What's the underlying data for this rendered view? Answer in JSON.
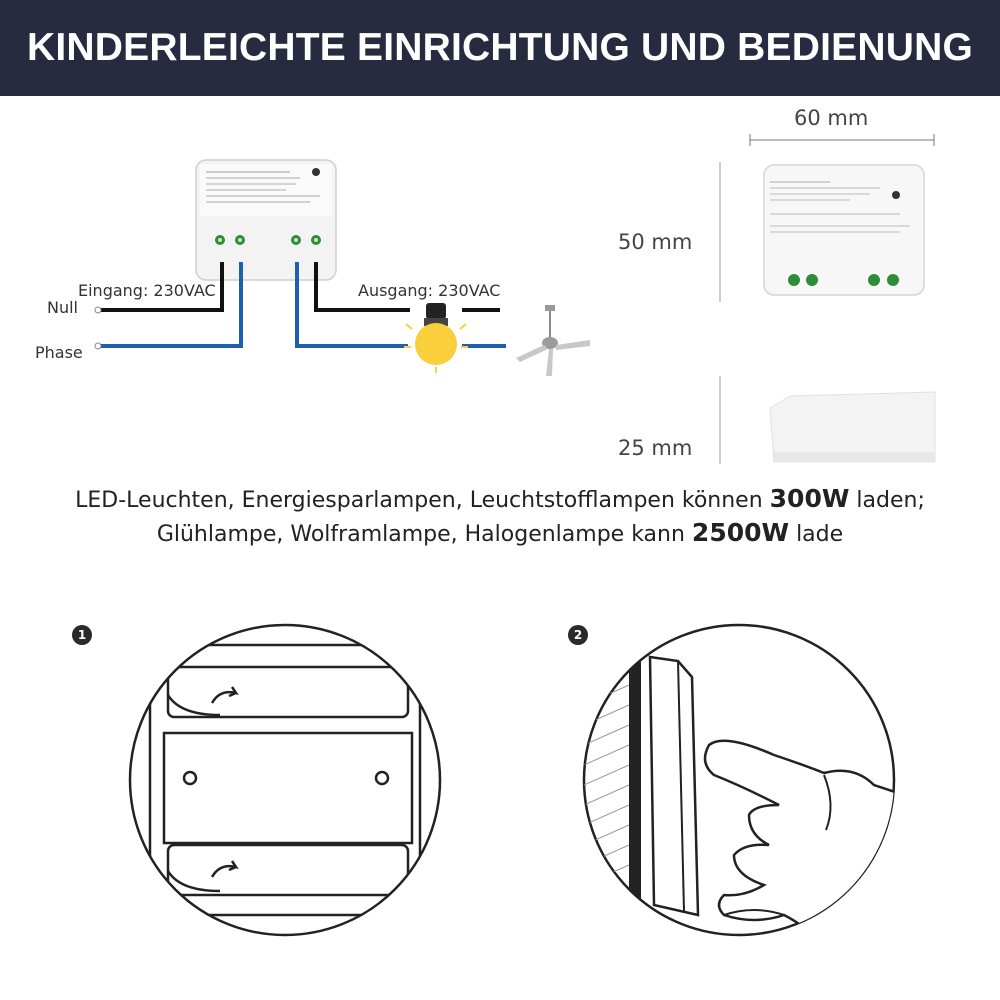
{
  "header": {
    "title": "KINDERLEICHTE EINRICHTUNG UND BEDIENUNG",
    "bg_color": "#262b3f"
  },
  "wiring": {
    "input_label": "Eingang: 230VAC",
    "output_label": "Ausgang: 230VAC",
    "neutral_label": "Null",
    "phase_label": "Phase",
    "neutral_wire_color": "#111111",
    "phase_wire_color": "#1f5fb0",
    "device_icon": "relay-receiver-icon",
    "loads": [
      "light-bulb-icon",
      "ceiling-fan-icon"
    ]
  },
  "dimensions": {
    "width": "60 mm",
    "height": "50 mm",
    "depth": "25 mm"
  },
  "specs": {
    "line1_text": "LED-Leuchten, Energiesparlampen, Leuchtstofflampen können ",
    "line1_value": "300W",
    "line1_suffix": " laden;",
    "line2_text": "Glühlampe, Wolframlampe, Halogenlampe kann ",
    "line2_value": "2500W",
    "line2_suffix": " lade"
  },
  "steps": [
    {
      "number": "1",
      "icon": "wall-plate-mounting-icon"
    },
    {
      "number": "2",
      "icon": "finger-press-switch-icon"
    }
  ]
}
